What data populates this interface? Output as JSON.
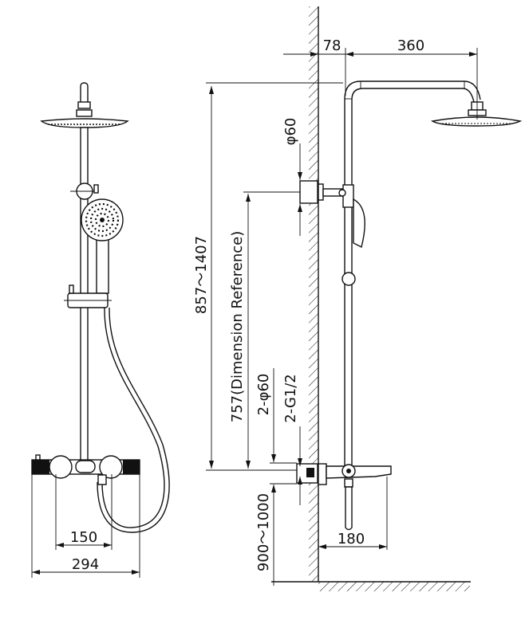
{
  "front_view": {
    "dims": {
      "bar_inlet_spacing": "150",
      "overall_width": "294"
    }
  },
  "side_view": {
    "dims": {
      "wall_offset": "78",
      "arm_reach": "360",
      "bracket_diameter": "φ60",
      "height_range": "857～1407",
      "reference_height": "757(Dimension Reference)",
      "flange_diameter": "2-φ60",
      "thread": "2-G1/2",
      "install_height": "900～1000",
      "spout_reach": "180"
    }
  }
}
